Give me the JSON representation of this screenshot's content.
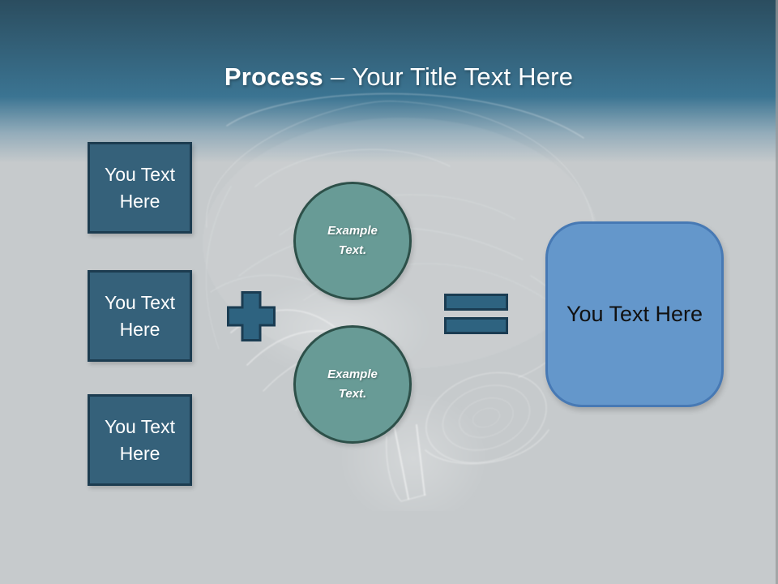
{
  "title": {
    "keyword": "Process",
    "separator": "–",
    "rest": "Your Title Text Here"
  },
  "input_boxes": [
    {
      "label": "You Text Here"
    },
    {
      "label": "You Text Here"
    },
    {
      "label": "You Text Here"
    }
  ],
  "example_circles": [
    {
      "label": "Example Text."
    },
    {
      "label": "Example Text."
    }
  ],
  "result_box": {
    "label": "You Text Here"
  },
  "operators": {
    "plus": "plus-sign",
    "equals": "equals-sign"
  },
  "background_image": "brain-neural-line-art",
  "colors": {
    "header_top": "#2B4D5F",
    "header_mid": "#3B7492",
    "header_fade": "#93ACBA",
    "page_bg": "#C6CACC",
    "box_fill": "#35617A",
    "box_border": "#1C3C50",
    "operator_fill": "#2E6380",
    "operator_border": "#1A3C52",
    "circle_fill": "#689B96",
    "circle_border": "#2D5049",
    "result_fill": "#6497CB",
    "result_border": "#4779B4",
    "title_color": "#FFFFFF",
    "shape_text_color": "#FFFFFF",
    "result_text_color": "#111111",
    "edge_strip": "#97999B"
  }
}
